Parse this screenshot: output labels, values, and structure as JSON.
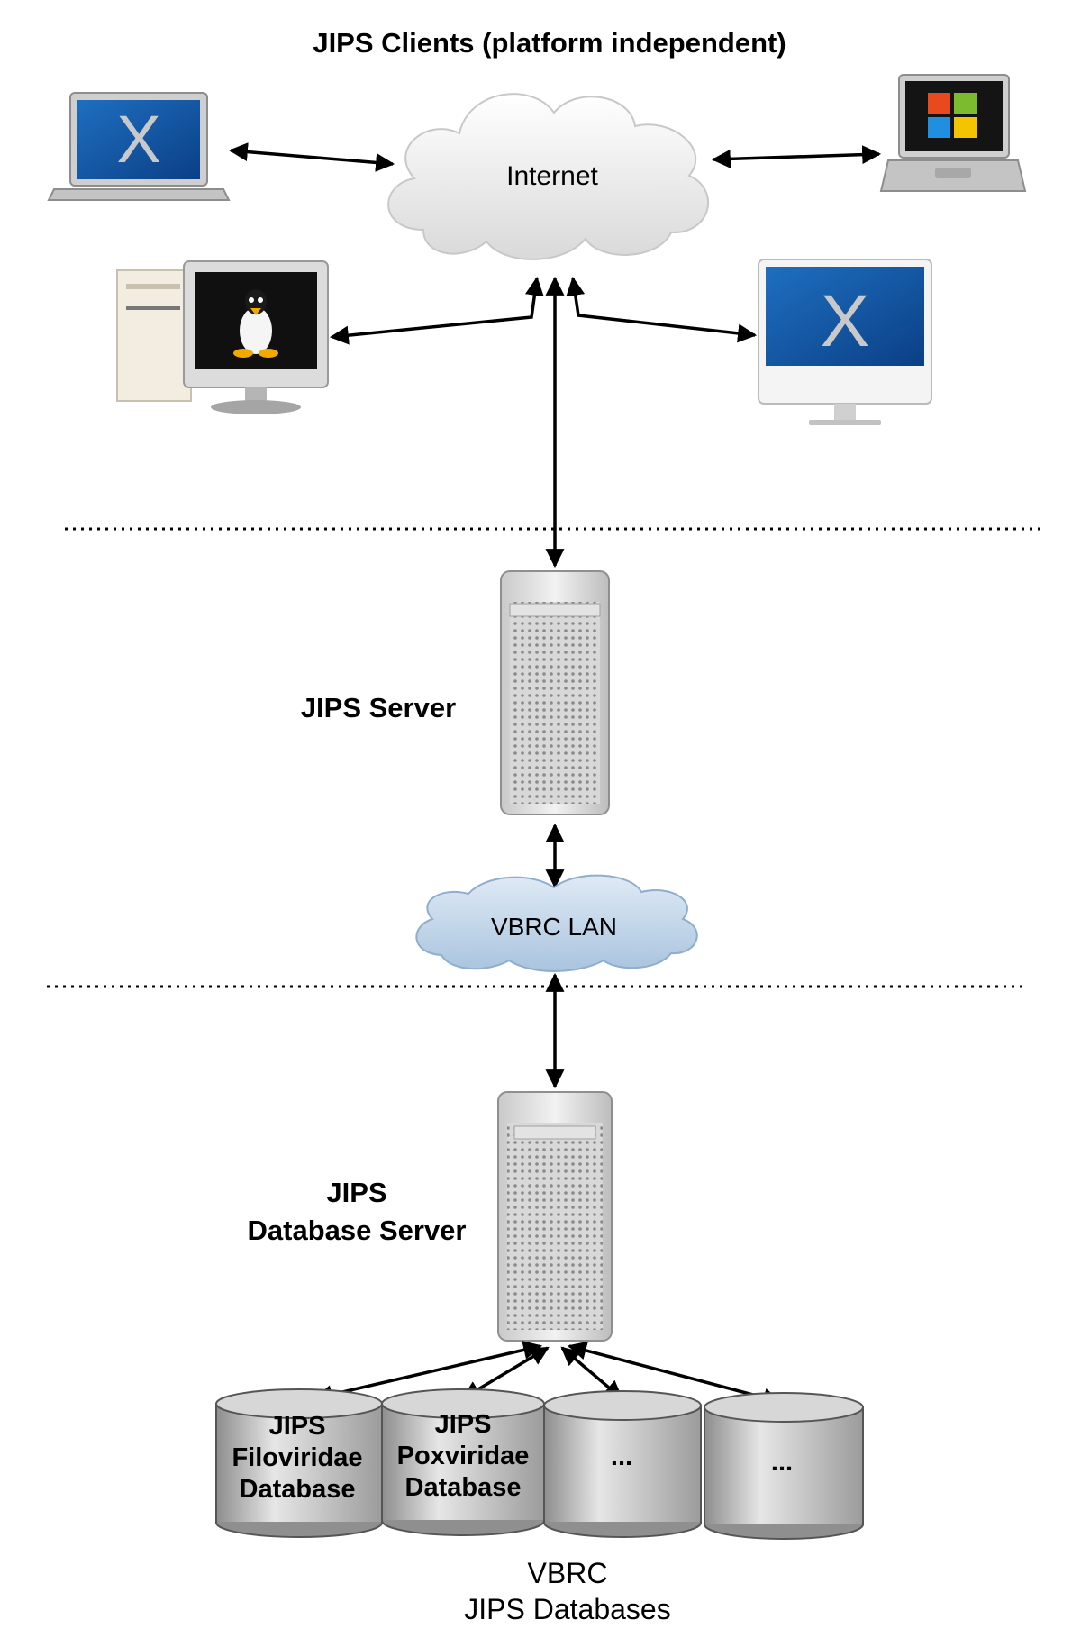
{
  "diagram": {
    "clients_title": "JIPS Clients (platform independent)",
    "internet_label": "Internet",
    "server_label": "JIPS Server",
    "lan_label": "VBRC LAN",
    "db_server_label_line1": "JIPS",
    "db_server_label_line2": "Database Server",
    "databases": [
      {
        "line1": "JIPS",
        "line2": "Filoviridae",
        "line3": "Database"
      },
      {
        "line1": "JIPS",
        "line2": "Poxviridae",
        "line3": "Database"
      },
      {
        "line1": "...",
        "line2": "",
        "line3": ""
      },
      {
        "line1": "...",
        "line2": "",
        "line3": ""
      }
    ],
    "footer_line1": "VBRC",
    "footer_line2": "JIPS Databases",
    "clients": [
      {
        "icon": "laptop-macos-icon",
        "glyph": "X"
      },
      {
        "icon": "laptop-windows-icon",
        "glyph": ""
      },
      {
        "icon": "desktop-linux-icon",
        "glyph": ""
      },
      {
        "icon": "imac-macos-icon",
        "glyph": "X"
      }
    ]
  }
}
